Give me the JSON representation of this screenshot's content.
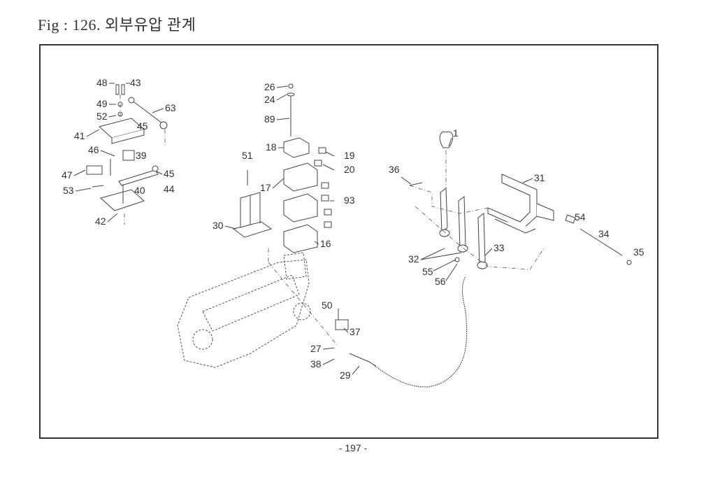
{
  "header": {
    "title": "Fig : 126. 외부유압 관계"
  },
  "footer": {
    "page": "- 197 -"
  },
  "parts": [
    {
      "id": "1",
      "text": "1"
    },
    {
      "id": "16",
      "text": "16"
    },
    {
      "id": "17",
      "text": "17"
    },
    {
      "id": "18",
      "text": "18"
    },
    {
      "id": "19",
      "text": "19"
    },
    {
      "id": "20",
      "text": "20"
    },
    {
      "id": "24",
      "text": "24"
    },
    {
      "id": "26",
      "text": "26"
    },
    {
      "id": "27",
      "text": "27"
    },
    {
      "id": "29",
      "text": "29"
    },
    {
      "id": "30",
      "text": "30"
    },
    {
      "id": "31",
      "text": "31"
    },
    {
      "id": "32",
      "text": "32"
    },
    {
      "id": "33",
      "text": "33"
    },
    {
      "id": "34",
      "text": "34"
    },
    {
      "id": "35",
      "text": "35"
    },
    {
      "id": "36",
      "text": "36"
    },
    {
      "id": "37",
      "text": "37"
    },
    {
      "id": "38",
      "text": "38"
    },
    {
      "id": "39",
      "text": "39"
    },
    {
      "id": "40",
      "text": "40"
    },
    {
      "id": "41",
      "text": "41"
    },
    {
      "id": "42",
      "text": "42"
    },
    {
      "id": "43",
      "text": "43"
    },
    {
      "id": "44",
      "text": "44"
    },
    {
      "id": "45a",
      "text": "45"
    },
    {
      "id": "45b",
      "text": "45"
    },
    {
      "id": "46",
      "text": "46"
    },
    {
      "id": "47",
      "text": "47"
    },
    {
      "id": "48",
      "text": "48"
    },
    {
      "id": "49",
      "text": "49"
    },
    {
      "id": "50",
      "text": "50"
    },
    {
      "id": "51",
      "text": "51"
    },
    {
      "id": "52",
      "text": "52"
    },
    {
      "id": "53",
      "text": "53"
    },
    {
      "id": "54",
      "text": "54"
    },
    {
      "id": "55",
      "text": "55"
    },
    {
      "id": "56",
      "text": "56"
    },
    {
      "id": "63",
      "text": "63"
    },
    {
      "id": "89",
      "text": "89"
    },
    {
      "id": "93",
      "text": "93"
    }
  ]
}
